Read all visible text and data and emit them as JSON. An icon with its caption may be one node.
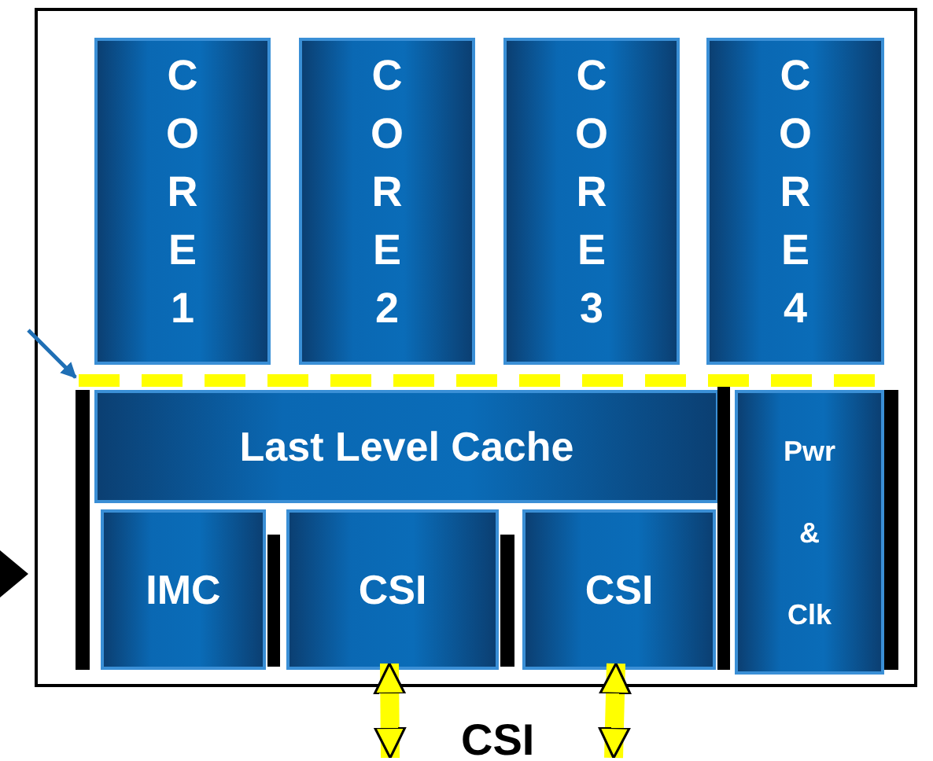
{
  "diagram": {
    "nodes": [
      {
        "text": [],
        "shape": "box"
      },
      {
        "text": [
          "C O R E 1"
        ],
        "in": 0
      },
      {
        "text": [
          "C O R E 2"
        ],
        "in": 0
      },
      {
        "text": [
          "C O R E 3"
        ],
        "in": 0
      },
      {
        "text": [
          "C O R E 4"
        ],
        "in": 0
      },
      {
        "text": [],
        "shape": "bar",
        "in": 0
      },
      {
        "text": [
          "Last Level Cache"
        ],
        "in": 0
      },
      {
        "text": [
          "IMC"
        ],
        "in": 0
      },
      {
        "text": [
          "CSI"
        ],
        "in": 0
      },
      {
        "text": [
          "CSI"
        ],
        "in": 0
      },
      {
        "text": [
          "Pwr & Clk"
        ],
        "in": 0
      }
    ],
    "edges": [
      {
        "from": null,
        "to": 5,
        "arrow": "to",
        "color": "#1f6fb5"
      },
      {
        "from": 8,
        "to": null,
        "arrow": "both",
        "color": "#ffff00"
      },
      {
        "from": 9,
        "to": null,
        "arrow": "both",
        "color": "#ffff00"
      }
    ],
    "labels": [
      "CSI"
    ]
  }
}
